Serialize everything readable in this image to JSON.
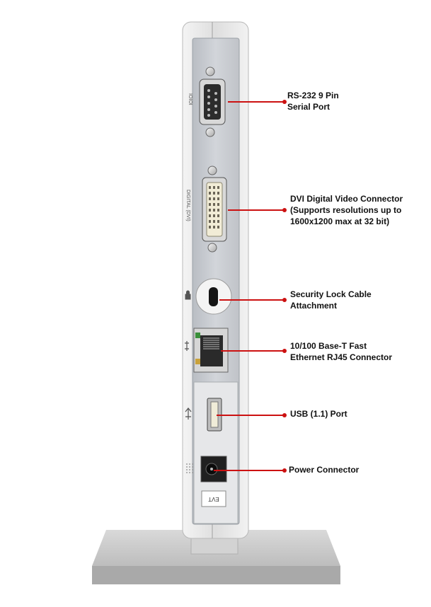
{
  "device": {
    "port_glyphs": {
      "serial": "IOIOI",
      "dvi": "DIGITAL (DVI)",
      "label_plate": "EVT"
    }
  },
  "callouts": [
    {
      "id": "serial",
      "lines": [
        "RS-232 9 Pin",
        "Serial Port"
      ]
    },
    {
      "id": "dvi",
      "lines": [
        "DVI Digital Video Connector",
        "(Supports resolutions up to",
        "1600x1200 max at 32 bit)"
      ]
    },
    {
      "id": "lock",
      "lines": [
        "Security Lock Cable",
        "Attachment"
      ]
    },
    {
      "id": "ethernet",
      "lines": [
        "10/100 Base-T Fast",
        "Ethernet RJ45 Connector"
      ]
    },
    {
      "id": "usb",
      "lines": [
        "USB (1.1) Port"
      ]
    },
    {
      "id": "power",
      "lines": [
        "Power Connector"
      ]
    }
  ],
  "colors": {
    "leader_line": "#cc1111",
    "chassis": "#e4e4e4",
    "panel": "#c9ccd1",
    "stand": "#c8c8c8"
  }
}
